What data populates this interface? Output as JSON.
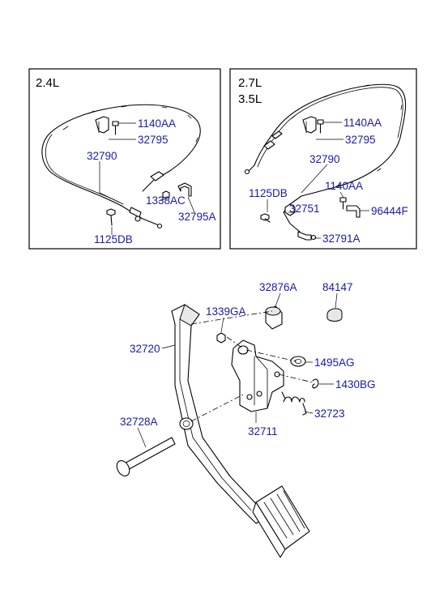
{
  "panels": {
    "left": {
      "title_lines": [
        "2.4L"
      ]
    },
    "right": {
      "title_lines": [
        "2.7L",
        "3.5L"
      ]
    }
  },
  "labels": {
    "l_1140AA": "1140AA",
    "l_32795": "32795",
    "l_32790": "32790",
    "l_1338AC": "1338AC",
    "l_32795A": "32795A",
    "l_1125DB": "1125DB",
    "r_1140AA_top": "1140AA",
    "r_32795": "32795",
    "r_32790": "32790",
    "r_1125DB": "1125DB",
    "r_1140AA_mid": "1140AA",
    "r_96444F": "96444F",
    "r_32751": "32751",
    "r_32791A": "32791A",
    "p_32876A": "32876A",
    "p_84147": "84147",
    "p_1339GA": "1339GA",
    "p_32720": "32720",
    "p_1495AG": "1495AG",
    "p_1430BG": "1430BG",
    "p_32723": "32723",
    "p_32728A": "32728A",
    "p_32711": "32711"
  }
}
